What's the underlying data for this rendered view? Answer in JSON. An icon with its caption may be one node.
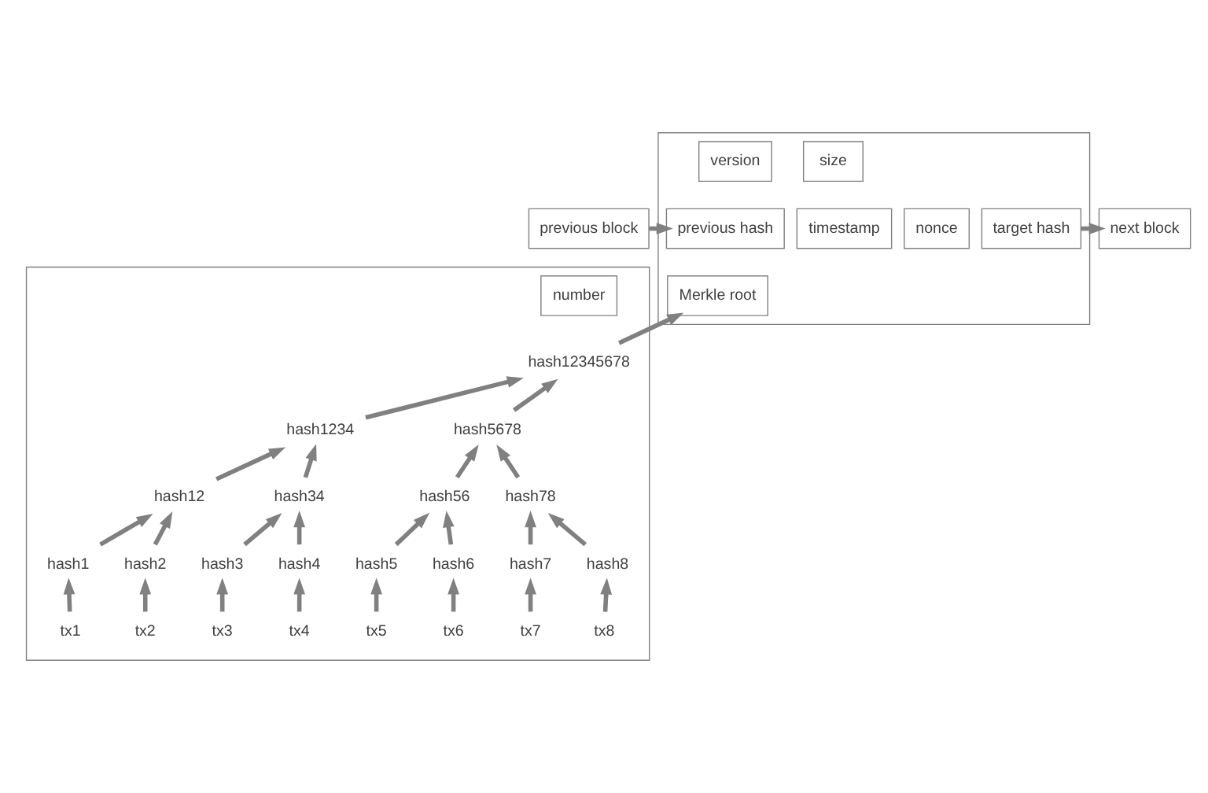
{
  "diagram": {
    "nodes": [
      {
        "text": [],
        "shape": "box"
      },
      {
        "text": [
          "previous block"
        ]
      },
      {
        "text": [
          "version"
        ],
        "in": 0
      },
      {
        "text": [
          "size"
        ],
        "in": 0
      },
      {
        "text": [
          "previous hash"
        ],
        "in": 0
      },
      {
        "text": [
          "timestamp"
        ],
        "in": 0
      },
      {
        "text": [
          "nonce"
        ],
        "in": 0
      },
      {
        "text": [
          "target hash"
        ],
        "in": 0
      },
      {
        "text": [
          "next block"
        ]
      },
      {
        "text": [
          "Merkle root"
        ],
        "in": 0
      },
      {
        "text": [],
        "shape": "box"
      },
      {
        "text": [
          "number"
        ],
        "in": 10
      },
      {
        "text": [
          "hash12345678"
        ],
        "in": 10
      },
      {
        "text": [
          "hash1234"
        ],
        "in": 10
      },
      {
        "text": [
          "hash5678"
        ],
        "in": 10
      },
      {
        "text": [
          "hash12"
        ],
        "in": 10
      },
      {
        "text": [
          "hash34"
        ],
        "in": 10
      },
      {
        "text": [
          "hash56"
        ],
        "in": 10
      },
      {
        "text": [
          "hash78"
        ],
        "in": 10
      },
      {
        "text": [
          "hash1"
        ],
        "in": 10
      },
      {
        "text": [
          "hash2"
        ],
        "in": 10
      },
      {
        "text": [
          "hash3"
        ],
        "in": 10
      },
      {
        "text": [
          "hash4"
        ],
        "in": 10
      },
      {
        "text": [
          "hash5"
        ],
        "in": 10
      },
      {
        "text": [
          "hash6"
        ],
        "in": 10
      },
      {
        "text": [
          "hash7"
        ],
        "in": 10
      },
      {
        "text": [
          "hash8"
        ],
        "in": 10
      },
      {
        "text": [
          "tx1"
        ],
        "in": 10
      },
      {
        "text": [
          "tx2"
        ],
        "in": 10
      },
      {
        "text": [
          "tx3"
        ],
        "in": 10
      },
      {
        "text": [
          "tx4"
        ],
        "in": 10
      },
      {
        "text": [
          "tx5"
        ],
        "in": 10
      },
      {
        "text": [
          "tx6"
        ],
        "in": 10
      },
      {
        "text": [
          "tx7"
        ],
        "in": 10
      },
      {
        "text": [
          "tx8"
        ],
        "in": 10
      }
    ],
    "edges": [
      {
        "from": 1,
        "to": 4,
        "arrow": "to"
      },
      {
        "from": 7,
        "to": 8,
        "arrow": "to"
      },
      {
        "from": 12,
        "to": 9,
        "arrow": "to"
      },
      {
        "from": 13,
        "to": 12,
        "arrow": "to"
      },
      {
        "from": 14,
        "to": 12,
        "arrow": "to"
      },
      {
        "from": 15,
        "to": 13,
        "arrow": "to"
      },
      {
        "from": 16,
        "to": 13,
        "arrow": "to"
      },
      {
        "from": 17,
        "to": 14,
        "arrow": "to"
      },
      {
        "from": 18,
        "to": 14,
        "arrow": "to"
      },
      {
        "from": 19,
        "to": 15,
        "arrow": "to"
      },
      {
        "from": 20,
        "to": 15,
        "arrow": "to"
      },
      {
        "from": 21,
        "to": 16,
        "arrow": "to"
      },
      {
        "from": 22,
        "to": 16,
        "arrow": "to"
      },
      {
        "from": 23,
        "to": 17,
        "arrow": "to"
      },
      {
        "from": 24,
        "to": 17,
        "arrow": "to"
      },
      {
        "from": 25,
        "to": 18,
        "arrow": "to"
      },
      {
        "from": 26,
        "to": 18,
        "arrow": "to"
      },
      {
        "from": 27,
        "to": 19,
        "arrow": "to"
      },
      {
        "from": 28,
        "to": 20,
        "arrow": "to"
      },
      {
        "from": 29,
        "to": 21,
        "arrow": "to"
      },
      {
        "from": 30,
        "to": 22,
        "arrow": "to"
      },
      {
        "from": 31,
        "to": 23,
        "arrow": "to"
      },
      {
        "from": 32,
        "to": 24,
        "arrow": "to"
      },
      {
        "from": 33,
        "to": 25,
        "arrow": "to"
      },
      {
        "from": 34,
        "to": 26,
        "arrow": "to"
      }
    ]
  }
}
